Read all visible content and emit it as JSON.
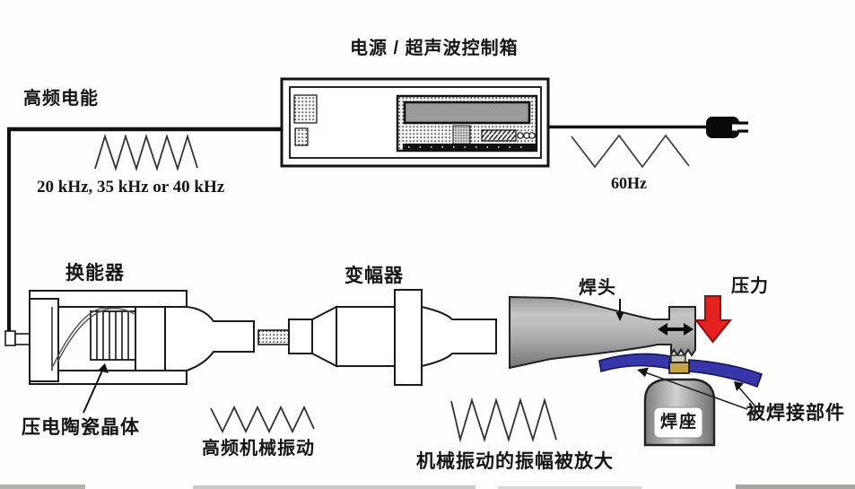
{
  "diagram": {
    "title": "电源 / 超声波控制箱",
    "labels": {
      "hf_power": "高频电能",
      "frequency": "20 kHz, 35 kHz or 40 kHz",
      "mains_freq": "60Hz",
      "transducer": "换能器",
      "booster": "变幅器",
      "horn": "焊头",
      "pressure": "压力",
      "piezo": "压电陶瓷晶体",
      "hf_vibration": "高频机械振动",
      "amplified_vibration": "机械振动的振幅被放大",
      "anvil": "焊座",
      "welded_parts": "被焊接部件"
    },
    "colors": {
      "pressure_arrow_red": "#e52020",
      "pressure_arrow_dark": "#8f0e0e",
      "workpiece_blue": "#3636a8",
      "workpiece_blue_dark": "#15155c",
      "weld_block_tan": "#c7a44a",
      "weld_block_gray": "#cfcab8",
      "line_black": "#1a1a1a"
    }
  }
}
